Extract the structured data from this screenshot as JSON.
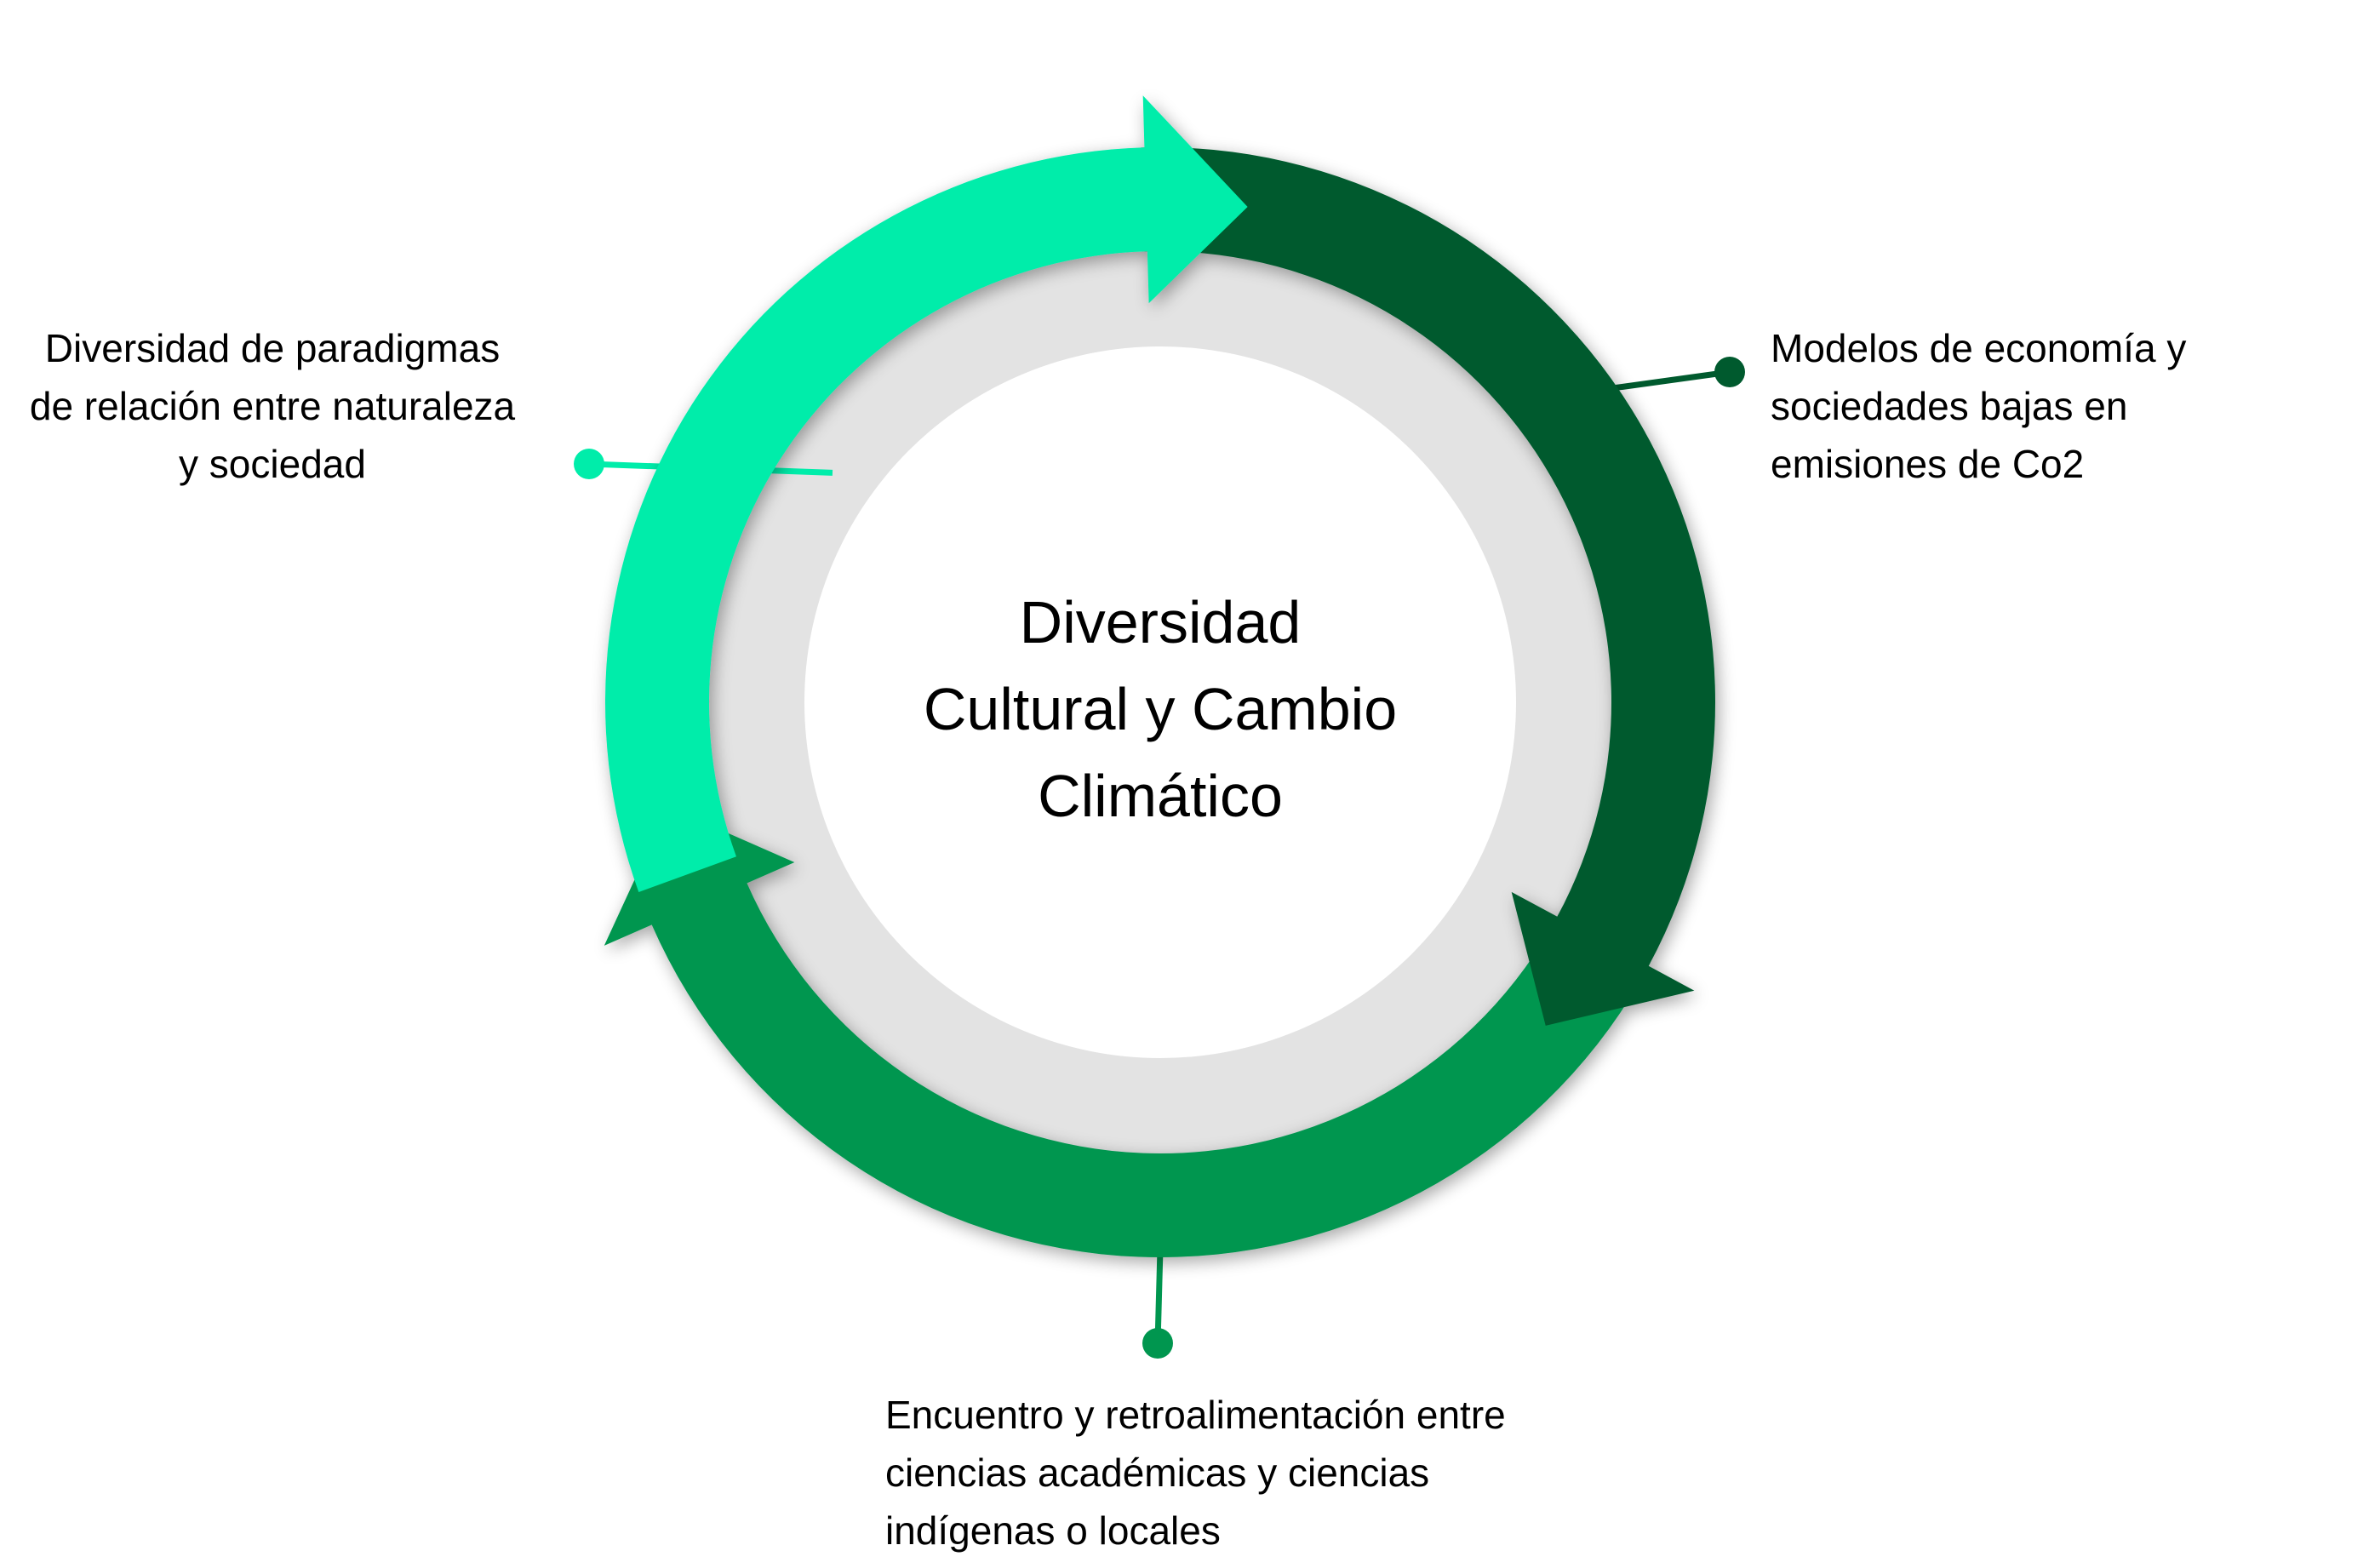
{
  "center": {
    "title_lines": [
      "Diversidad",
      "Cultural y Cambio",
      "Climático"
    ]
  },
  "segments": [
    {
      "id": "paradigmas",
      "color": "#00EDAA",
      "label_lines": [
        "Diversidad de paradigmas",
        "de relación entre naturaleza",
        "y sociedad"
      ]
    },
    {
      "id": "economia",
      "color": "#005A2E",
      "label_lines": [
        "Modelos de economía y",
        "sociedades bajas en",
        "emisiones de Co2"
      ]
    },
    {
      "id": "ciencias",
      "color": "#00964F",
      "label_lines": [
        "Encuentro y retroalimentación entre",
        "ciencias académicas y ciencias",
        "indígenas o locales"
      ]
    }
  ],
  "colors": {
    "ring_bg": "#E3E3E3",
    "center_fill": "#FFFFFF",
    "text": "#000000"
  }
}
